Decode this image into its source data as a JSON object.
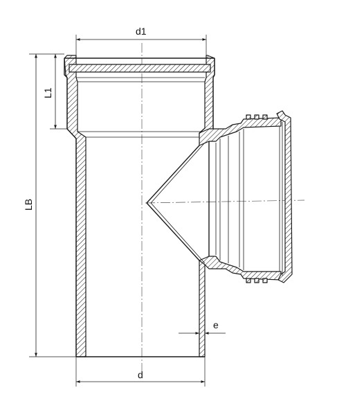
{
  "labels": {
    "d1": "d1",
    "L1": "L1",
    "LB": "LB",
    "e": "e",
    "d": "d"
  }
}
